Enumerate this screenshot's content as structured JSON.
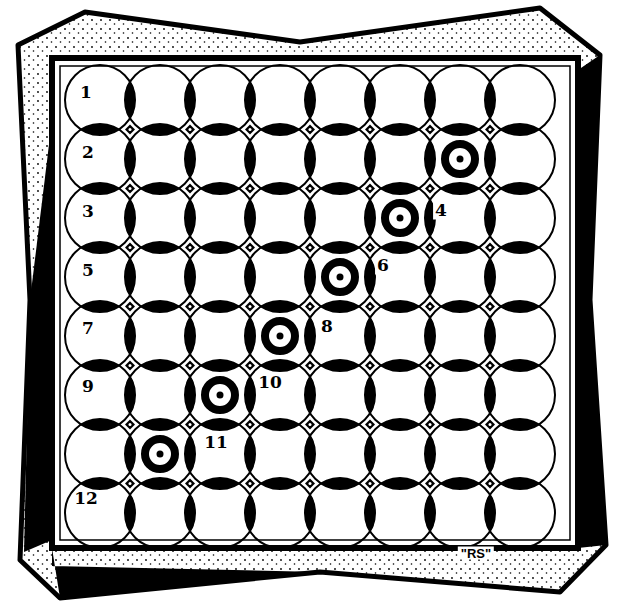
{
  "diagram": {
    "labels": [
      "1",
      "2",
      "3",
      "4",
      "5",
      "6",
      "7",
      "8",
      "9",
      "10",
      "11",
      "12",
      "\"RS\""
    ]
  }
}
